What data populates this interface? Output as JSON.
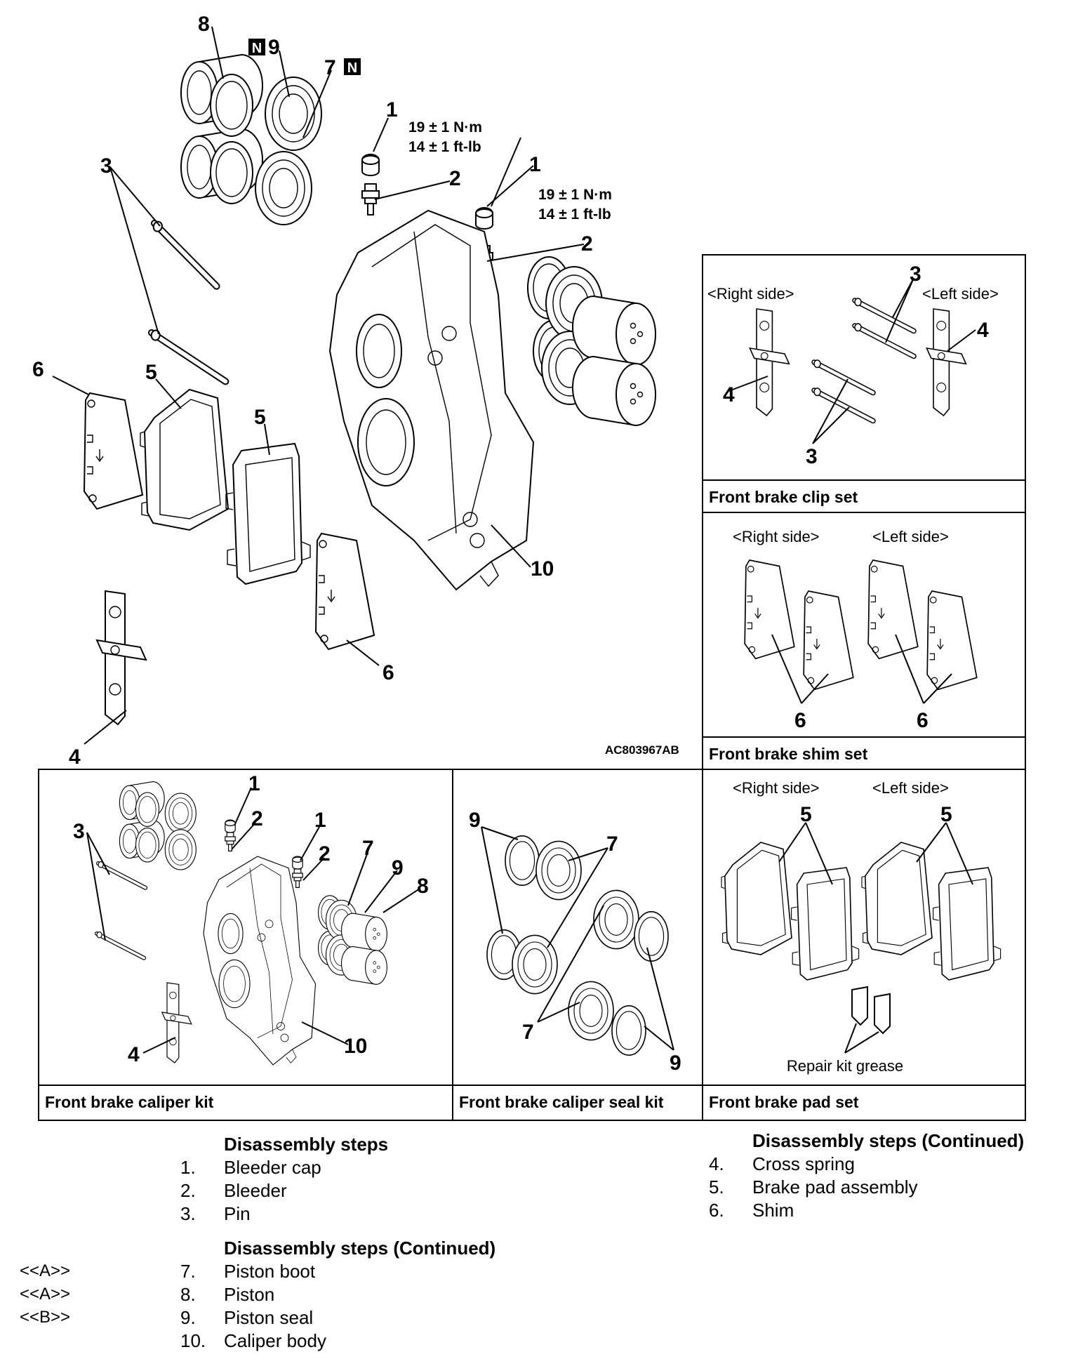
{
  "main_diagram": {
    "callouts": {
      "c1a": "1",
      "c1b": "1",
      "c2a": "2",
      "c2b": "2",
      "c3": "3",
      "c4": "4",
      "c5a": "5",
      "c5b": "5",
      "c6a": "6",
      "c6b": "6",
      "c7": "7",
      "c8": "8",
      "c9": "9",
      "c10": "10"
    },
    "new_part_badge": "N",
    "torque_a_line1": "19 ± 1 N·m",
    "torque_a_line2": "14 ± 1 ft-lb",
    "torque_b_line1": "19 ± 1 N·m",
    "torque_b_line2": "14 ± 1 ft-lb",
    "figure_code": "AC803967AB"
  },
  "clip_set": {
    "right_label": "<Right side>",
    "left_label": "<Left side>",
    "callouts": {
      "c3a": "3",
      "c3b": "3",
      "c4a": "4",
      "c4b": "4"
    },
    "caption": "Front brake clip set"
  },
  "shim_set": {
    "right_label": "<Right side>",
    "left_label": "<Left side>",
    "callouts": {
      "c6a": "6",
      "c6b": "6"
    },
    "caption": "Front brake shim set"
  },
  "caliper_kit": {
    "callouts": {
      "c1a": "1",
      "c1b": "1",
      "c2a": "2",
      "c2b": "2",
      "c3": "3",
      "c4": "4",
      "c7": "7",
      "c8": "8",
      "c9": "9",
      "c10": "10"
    },
    "caption": "Front brake caliper kit"
  },
  "seal_kit": {
    "callouts": {
      "c7a": "7",
      "c7b": "7",
      "c9a": "9",
      "c9b": "9"
    },
    "caption": "Front brake caliper seal kit"
  },
  "pad_set": {
    "right_label": "<Right side>",
    "left_label": "<Left side>",
    "callouts": {
      "c5a": "5",
      "c5b": "5"
    },
    "grease_label": "Repair kit grease",
    "caption": "Front brake pad set"
  },
  "steps": {
    "heading": "Disassembly steps",
    "items": [
      {
        "num": "1.",
        "text": "Bleeder cap"
      },
      {
        "num": "2.",
        "text": "Bleeder"
      },
      {
        "num": "3.",
        "text": "Pin"
      }
    ],
    "heading_cont": "Disassembly steps (Continued)",
    "items_cont": [
      {
        "tag": "<<A>>",
        "num": "7.",
        "text": "Piston boot"
      },
      {
        "tag": "<<A>>",
        "num": "8.",
        "text": "Piston"
      },
      {
        "tag": "<<B>>",
        "num": "9.",
        "text": "Piston seal"
      },
      {
        "tag": "",
        "num": "10.",
        "text": "Caliper body"
      }
    ],
    "heading_right": "Disassembly steps (Continued)",
    "items_right": [
      {
        "num": "4.",
        "text": "Cross spring"
      },
      {
        "num": "5.",
        "text": "Brake pad assembly"
      },
      {
        "num": "6.",
        "text": "Shim"
      }
    ]
  }
}
